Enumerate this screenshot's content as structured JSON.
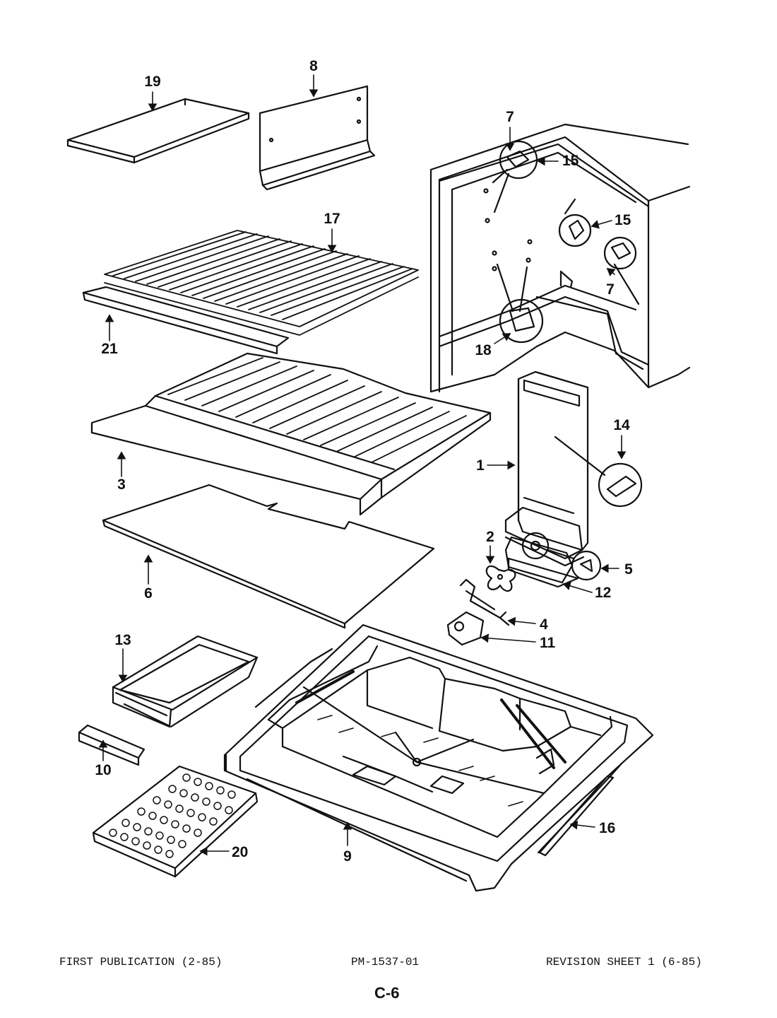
{
  "diagram": {
    "callouts": [
      "19",
      "8",
      "7",
      "15",
      "15",
      "17",
      "21",
      "7",
      "18",
      "3",
      "14",
      "1",
      "2",
      "5",
      "6",
      "12",
      "4",
      "11",
      "13",
      "10",
      "16",
      "20",
      "9"
    ]
  },
  "footer": {
    "first_publication": "FIRST PUBLICATION (2-85)",
    "part_number": "PM-1537-01",
    "revision": "REVISION SHEET 1 (6-85)",
    "page": "C-6"
  }
}
